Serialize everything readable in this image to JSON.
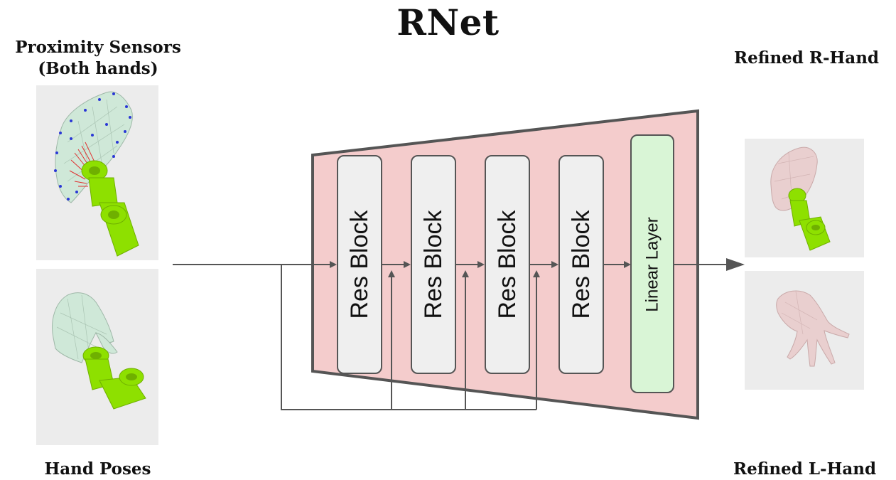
{
  "title": "RNet",
  "inputs": {
    "top_label_line1": "Proximity Sensors",
    "top_label_line2": "(Both hands)",
    "bottom_label": "Hand Poses"
  },
  "outputs": {
    "top_label": "Refined R-Hand",
    "bottom_label": "Refined L-Hand"
  },
  "network": {
    "blocks": [
      "Res Block",
      "Res Block",
      "Res Block",
      "Res Block"
    ],
    "final_layer": "Linear Layer"
  },
  "colors": {
    "trapezoid_fill": "#f4cccc",
    "res_block_fill": "#efefef",
    "linear_fill": "#d9f5d6",
    "stroke": "#555555",
    "object_green": "#8ee000",
    "hand_green": "#cfe8d8",
    "hand_pink": "#e9cfcf",
    "sensor_blue": "#2a37d6",
    "ray_red": "#e03030"
  }
}
